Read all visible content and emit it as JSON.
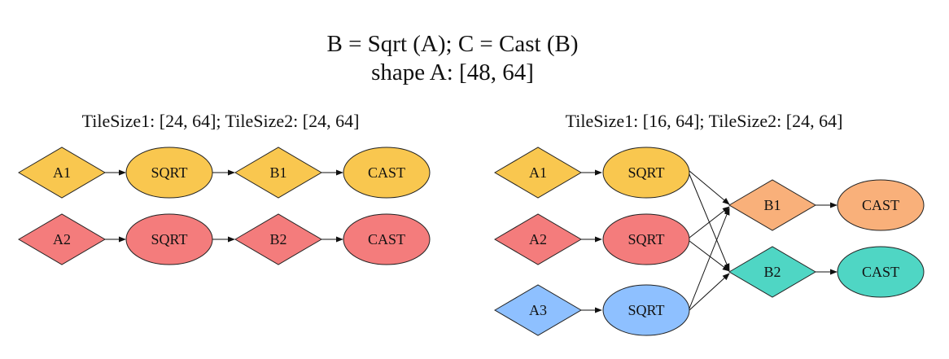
{
  "title": {
    "line1": "B = Sqrt (A); C = Cast (B)",
    "line2": "shape A: [48, 64]"
  },
  "left_panel": {
    "label": "TileSize1: [24, 64]; TileSize2: [24, 64]",
    "rows": [
      {
        "input": "A1",
        "op": "SQRT",
        "mid": "B1",
        "out": "CAST",
        "color": "#F9C74F"
      },
      {
        "input": "A2",
        "op": "SQRT",
        "mid": "B2",
        "out": "CAST",
        "color": "#F47C7C"
      }
    ]
  },
  "right_panel": {
    "label": "TileSize1: [16, 64]; TileSize2: [24, 64]",
    "inputs": [
      {
        "label": "A1",
        "color": "#F9C74F"
      },
      {
        "label": "A2",
        "color": "#F47C7C"
      },
      {
        "label": "A3",
        "color": "#8EC0FF"
      }
    ],
    "op_label": "SQRT",
    "mids": [
      {
        "label": "B1",
        "color": "#F9B07A"
      },
      {
        "label": "B2",
        "color": "#4FD6C4"
      }
    ],
    "out_label": "CAST"
  },
  "colors": {
    "yellow": "#F9C74F",
    "red": "#F47C7C",
    "blue": "#8EC0FF",
    "orange": "#F9B07A",
    "teal": "#4FD6C4"
  }
}
